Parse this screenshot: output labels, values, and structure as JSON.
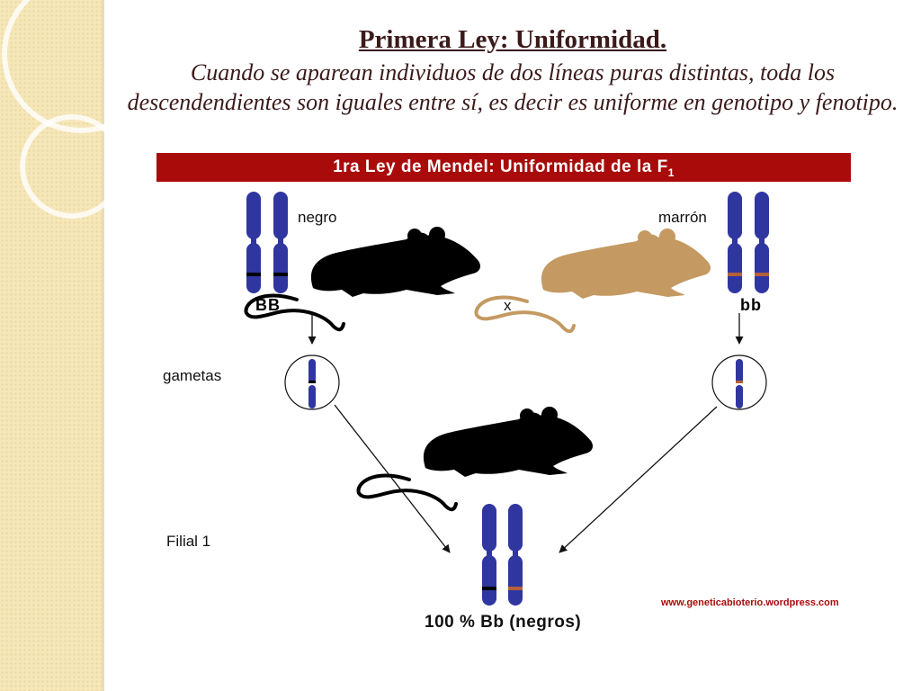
{
  "slide": {
    "title": "Primera Ley: Uniformidad.",
    "subtitle_line1": "Cuando se aparean individuos de dos líneas puras distintas, toda los",
    "subtitle_line2": "descendendientes son iguales entre sí, es decir es uniforme en genotipo y fenotipo."
  },
  "diagram": {
    "banner_text": "1ra Ley de Mendel: Uniformidad de la F",
    "banner_subscript": "1",
    "parent_left": {
      "phenotype": "negro",
      "genotype": "BB",
      "color": "#000000"
    },
    "parent_right": {
      "phenotype": "marrón",
      "genotype": "bb",
      "color": "#c49a62"
    },
    "cross_symbol": "x",
    "gametes_label": "gametas",
    "filial_label": "Filial 1",
    "result": "100 % Bb (negros)",
    "source_url": "www.geneticabioterio.wordpress.com",
    "colors": {
      "banner": "#a90b0b",
      "chromosome": "#3036a0",
      "allele_dominant": "#000000",
      "allele_recessive": "#b5603a"
    }
  }
}
